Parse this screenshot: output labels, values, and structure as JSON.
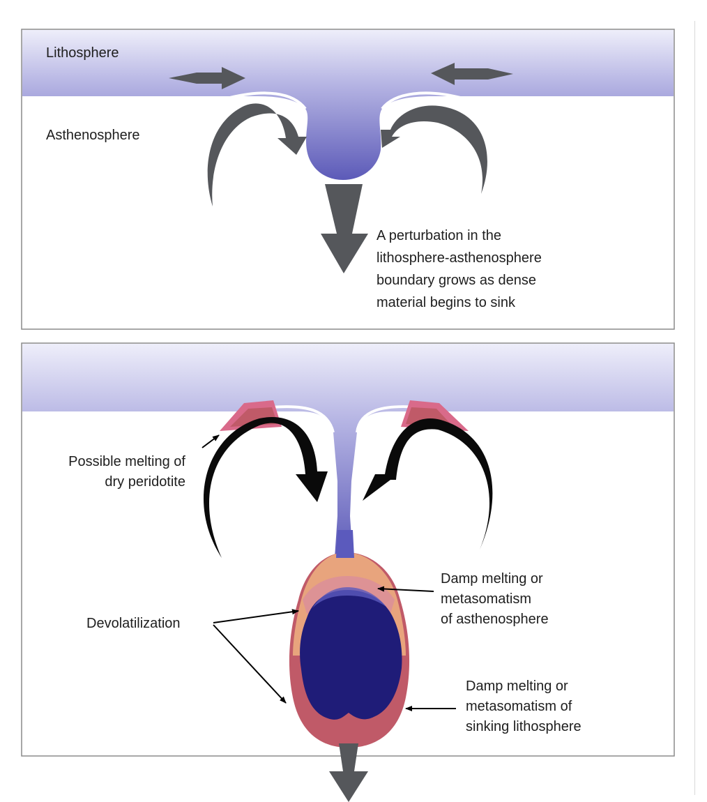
{
  "panel_top": {
    "lithosphere_label": "Lithosphere",
    "asthenosphere_label": "Asthenosphere",
    "caption_lines": [
      "A perturbation in the",
      "lithosphere-asthenosphere",
      "boundary grows as dense",
      "material begins to sink"
    ]
  },
  "panel_bottom": {
    "dry_melting_lines": [
      "Possible melting of",
      "dry peridotite"
    ],
    "devolatilization_label": "Devolatilization",
    "damp_asthenosphere_lines": [
      "Damp melting or",
      "metasomatism",
      "of asthenosphere"
    ],
    "damp_lithosphere_lines": [
      "Damp melting or",
      "metasomatism of",
      "sinking lithosphere"
    ]
  },
  "colors": {
    "lithosphere_top": "#eeeefa",
    "lithosphere_bottom": "#5c5ab8",
    "drip": "#5b5abd",
    "core": "#1f1c78",
    "arrow_gray": "#55575b",
    "arrow_black": "#0a0a0a",
    "melt_pink": "#d96a8a",
    "melt_peach": "#eaa97e",
    "melt_rose": "#c05a68"
  }
}
